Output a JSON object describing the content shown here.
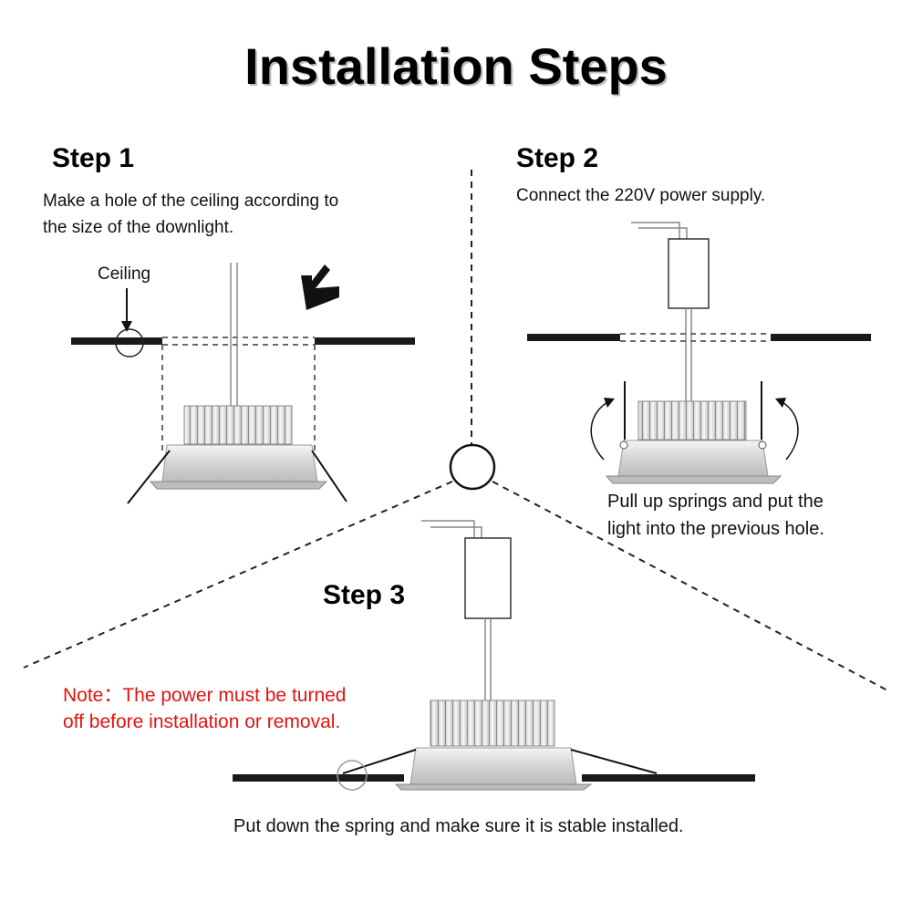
{
  "title": "Installation Steps",
  "steps": [
    {
      "heading": "Step 1",
      "text": [
        "Make a hole of the ceiling according to",
        "the size of the downlight."
      ],
      "label": "Ceiling"
    },
    {
      "heading": "Step 2",
      "text": [
        "Connect the 220V power supply."
      ],
      "caption": [
        "Pull up springs and put the",
        "light into the previous hole."
      ]
    },
    {
      "heading": "Step 3",
      "text": [
        "Put down the spring and make sure it is stable installed."
      ]
    }
  ],
  "note": [
    "Note：The power must be turned",
    "off before installation or removal."
  ],
  "colors": {
    "text": "#000000",
    "note": "#e0140f",
    "ceiling": "#1a1a1a",
    "light_body": "#d9d9d9",
    "fins": "#e8e8e8",
    "dashed": "#6a6a6a"
  }
}
